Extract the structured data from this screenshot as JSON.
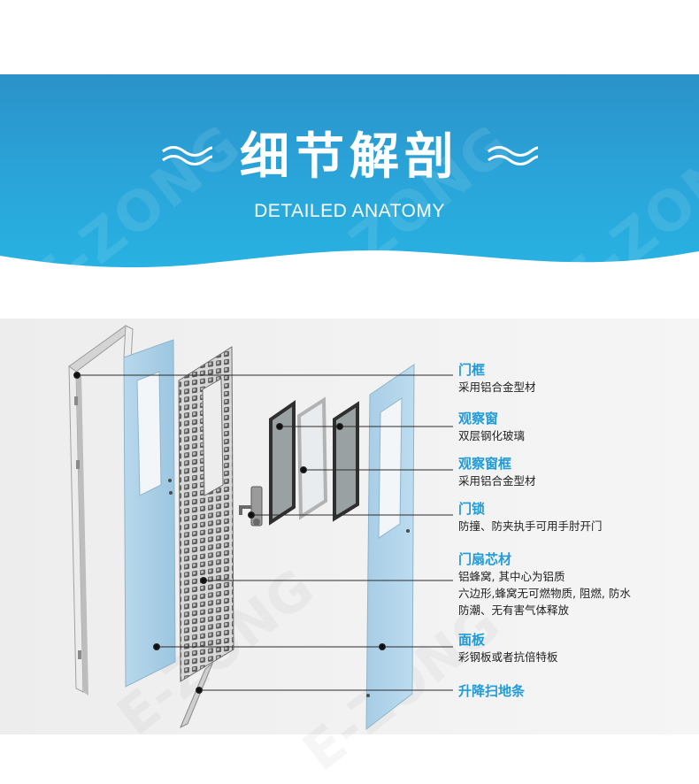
{
  "banner": {
    "title": "细节解剖",
    "subtitle": "DETAILED ANATOMY",
    "watermark": "E-ZONG"
  },
  "colors": {
    "banner_top": "#2a92c8",
    "banner_bottom": "#27b4e3",
    "label_title": "#1f9bd7",
    "label_text": "#222222",
    "panel_blue": "#a9cfe6"
  },
  "labels": [
    {
      "title": "门框",
      "desc": [
        "采用铝合金型材"
      ]
    },
    {
      "title": "观察窗",
      "desc": [
        "双层钢化玻璃"
      ]
    },
    {
      "title": "观察窗框",
      "desc": [
        "采用铝合金型材"
      ]
    },
    {
      "title": "门锁",
      "desc": [
        "防撞、防夹执手可用手肘开门"
      ]
    },
    {
      "title": "门扇芯材",
      "desc": [
        "铝蜂窝, 其中心为铝质",
        "六边形,蜂窝无可燃物质, 阻燃, 防水",
        "防潮、无有害气体释放"
      ]
    },
    {
      "title": "面板",
      "desc": [
        "彩钢板或者抗倍特板"
      ]
    },
    {
      "title": "升降扫地条",
      "desc": []
    }
  ]
}
